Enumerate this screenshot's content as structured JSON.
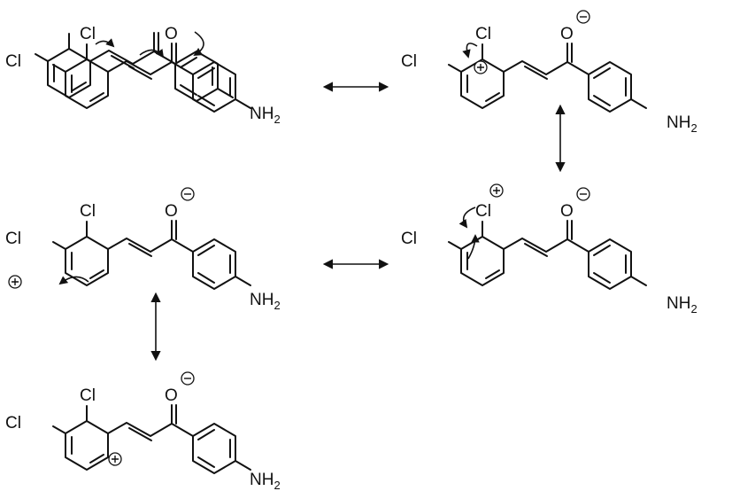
{
  "labels": {
    "cl": "Cl",
    "o": "O",
    "nh": "NH",
    "sub2": "2"
  },
  "colors": {
    "ink": "#111111",
    "background": "#ffffff"
  },
  "structures": [
    {
      "name": "chalcone-neutral",
      "charges": []
    },
    {
      "name": "resonance-form-2",
      "charges": [
        "anion-oxygen",
        "cation-ring-ortho"
      ]
    },
    {
      "name": "resonance-form-3",
      "charges": [
        "anion-oxygen",
        "cation-chlorine"
      ]
    },
    {
      "name": "resonance-form-4",
      "charges": [
        "anion-oxygen",
        "cation-ring-meta"
      ]
    },
    {
      "name": "resonance-form-5",
      "charges": [
        "anion-oxygen",
        "cation-ring-para"
      ]
    }
  ]
}
